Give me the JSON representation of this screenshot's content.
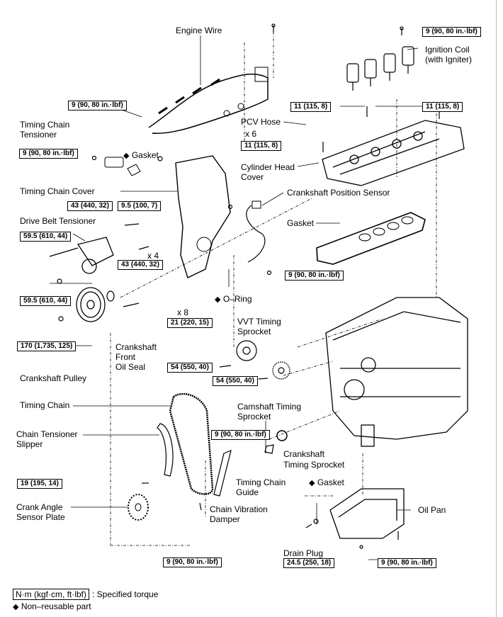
{
  "labels": {
    "engine_wire": "Engine Wire",
    "ignition_coil": "Ignition Coil",
    "ignition_coil_sub": "(with Igniter)",
    "timing_chain_tensioner_1": "Timing Chain",
    "timing_chain_tensioner_2": "Tensioner",
    "gasket_top": "Gasket",
    "pcv_hose": "PCV Hose",
    "x6": "x 6",
    "cylinder_head_cover_1": "Cylinder Head",
    "cylinder_head_cover_2": "Cover",
    "timing_chain_cover": "Timing Chain Cover",
    "crankshaft_position_sensor": "Crankshaft Position Sensor",
    "drive_belt_tensioner": "Drive Belt Tensioner",
    "gasket_head": "Gasket",
    "x4": "x 4",
    "o_ring": "O–Ring",
    "x8": "x 8",
    "vvt_timing_sprocket_1": "VVT Timing",
    "vvt_timing_sprocket_2": "Sprocket",
    "crankshaft_front_oil_seal_1": "Crankshaft",
    "crankshaft_front_oil_seal_2": "Front",
    "crankshaft_front_oil_seal_3": "Oil Seal",
    "crankshaft_pulley": "Crankshaft Pulley",
    "timing_chain": "Timing Chain",
    "camshaft_timing_sprocket_1": "Camshaft Timing",
    "camshaft_timing_sprocket_2": "Sprocket",
    "chain_tensioner_slipper_1": "Chain Tensioner",
    "chain_tensioner_slipper_2": "Slipper",
    "crankshaft_timing_sprocket_1": "Crankshaft",
    "crankshaft_timing_sprocket_2": "Timing Sprocket",
    "timing_chain_guide_1": "Timing Chain",
    "timing_chain_guide_2": "Guide",
    "gasket_pan": "Gasket",
    "crank_angle_sensor_plate_1": "Crank Angle",
    "crank_angle_sensor_plate_2": "Sensor Plate",
    "chain_vibration_damper_1": "Chain Vibration",
    "chain_vibration_damper_2": "Damper",
    "oil_pan": "Oil Pan",
    "drain_plug": "Drain Plug"
  },
  "torques": {
    "coil_top": "9 (90, 80 in.·lbf)",
    "wire": "9 (90, 80 in.·lbf)",
    "cover_bolt_1": "11 (115, 8)",
    "cover_bolt_2": "11 (115, 8)",
    "nut_6": "11 (115, 8)",
    "tensioner": "9 (90, 80 in.·lbf)",
    "bolt_43_a": "43 (440, 32)",
    "stud_95": "9.5 (100, 7)",
    "dbt_595": "59.5 (610, 44)",
    "bolt_43_b": "43 (440, 32)",
    "sensor": "9 (90, 80 in.·lbf)",
    "dbt_595_b": "59.5 (610, 44)",
    "bolt_21": "21 (220, 15)",
    "pulley_170": "170 (1,735, 125)",
    "vvt_54": "54 (550, 40)",
    "cam_54": "54 (550, 40)",
    "guide_9": "9 (90, 80 in.·lbf)",
    "slipper_19": "19 (195, 14)",
    "damper_9": "9 (90, 80 in.·lbf)",
    "drain_245": "24.5 (250, 18)",
    "pan_9": "9 (90, 80 in.·lbf)"
  },
  "legend": {
    "unit_box": "N·m (kgf·cm, ft·lbf)",
    "unit_desc": ": Specified torque",
    "nonreusable": "Non–reusable part",
    "diamond": "◆"
  }
}
